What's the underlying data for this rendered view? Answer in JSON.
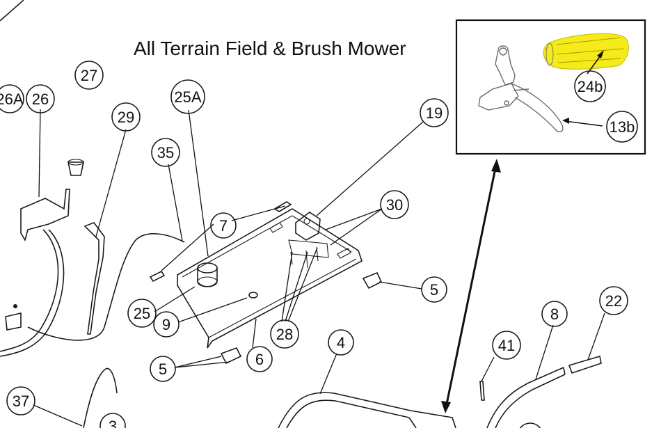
{
  "diagram": {
    "title": "All Terrain Field & Brush Mower"
  },
  "callouts": [
    {
      "key": "c26a",
      "label": "26A"
    },
    {
      "key": "c26",
      "label": "26"
    },
    {
      "key": "c27",
      "label": "27"
    },
    {
      "key": "c25a",
      "label": "25A"
    },
    {
      "key": "c29",
      "label": "29"
    },
    {
      "key": "c35",
      "label": "35"
    },
    {
      "key": "c19",
      "label": "19"
    },
    {
      "key": "c30",
      "label": "30"
    },
    {
      "key": "c7",
      "label": "7"
    },
    {
      "key": "c5a",
      "label": "5"
    },
    {
      "key": "c25",
      "label": "25"
    },
    {
      "key": "c9",
      "label": "9"
    },
    {
      "key": "c28",
      "label": "28"
    },
    {
      "key": "c6",
      "label": "6"
    },
    {
      "key": "c5b",
      "label": "5"
    },
    {
      "key": "c4",
      "label": "4"
    },
    {
      "key": "c41",
      "label": "41"
    },
    {
      "key": "c8",
      "label": "8"
    },
    {
      "key": "c22",
      "label": "22"
    },
    {
      "key": "c37",
      "label": "37"
    },
    {
      "key": "c3",
      "label": "3"
    }
  ],
  "inset": {
    "callout_24b": "24b",
    "callout_13b": "13b",
    "highlight_color": "#f5ea1a"
  }
}
